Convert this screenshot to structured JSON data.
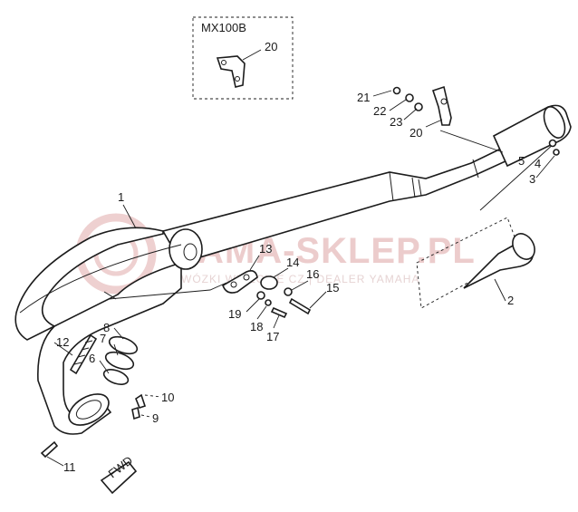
{
  "inset": {
    "model": "MX100B",
    "part": "20"
  },
  "watermark": {
    "main": "AMA-SKLEP.PL",
    "sub": "WÓZKI WIDŁOWE CZ | DEALER YAMAHA"
  },
  "callouts": {
    "p1": "1",
    "p2": "2",
    "p3": "3",
    "p4": "4",
    "p5": "5",
    "p6": "6",
    "p7": "7",
    "p8": "8",
    "p9": "9",
    "p10": "10",
    "p11": "11",
    "p12": "12",
    "p13": "13",
    "p14": "14",
    "p15": "15",
    "p16": "16",
    "p17": "17",
    "p18": "18",
    "p19": "19",
    "p20": "20",
    "p21": "21",
    "p22": "22",
    "p23": "23"
  },
  "fwd_label": "FWD",
  "colors": {
    "line": "#1c1c1c",
    "paper": "#ffffff",
    "watermark": "#e9c4c4"
  }
}
